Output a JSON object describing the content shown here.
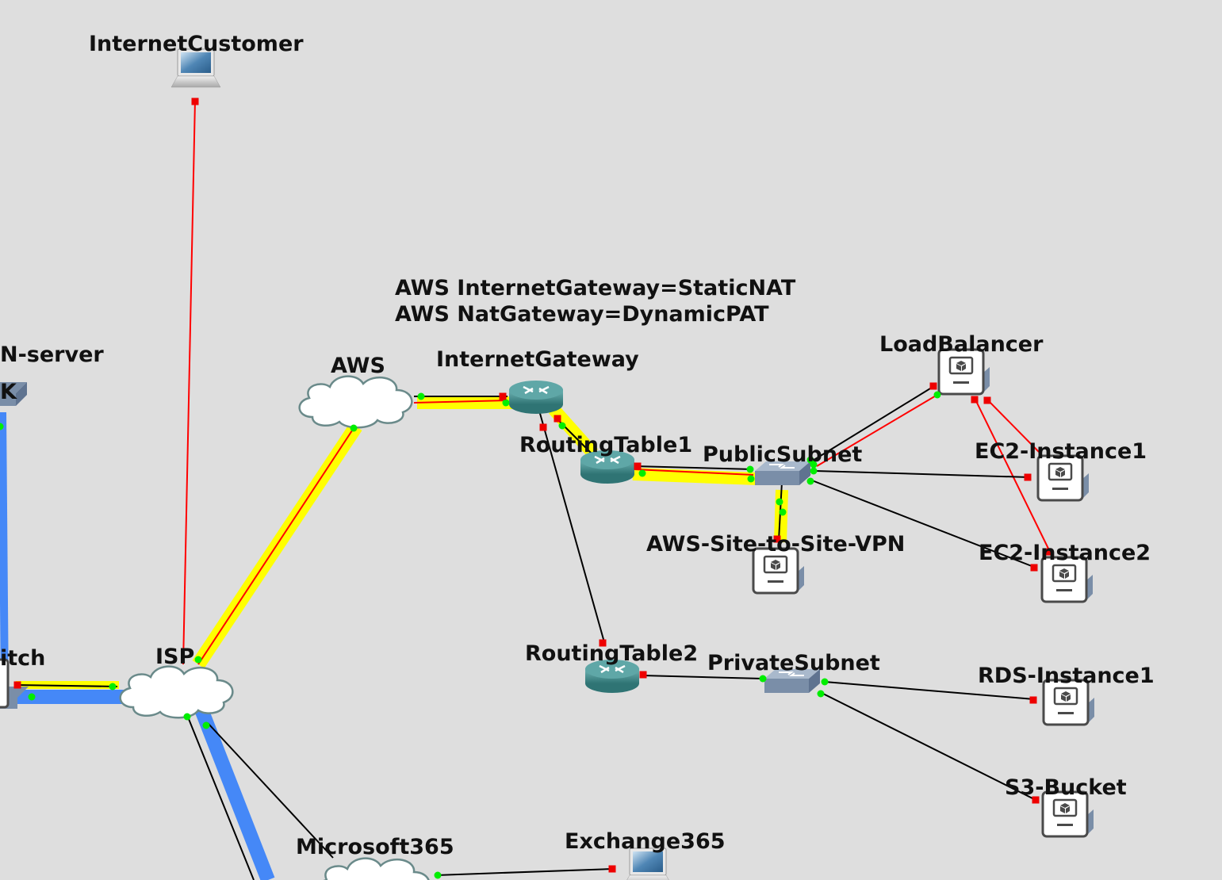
{
  "annotation": {
    "line1": "AWS InternetGateway=StaticNAT",
    "line2": "AWS NatGateway=DynamicPAT"
  },
  "colors": {
    "background": "#dedede",
    "highlight": "#ffff00",
    "trunk": "#4588f7",
    "link_down": "#ff0000",
    "link_normal": "#000000",
    "port_up": "#00ee00",
    "port_down": "#ee0000",
    "router": "#3d8a8a",
    "switch": "#7a8ea8"
  },
  "nodes": [
    {
      "id": "internet-customer",
      "label": "InternetCustomer",
      "icon": "laptop-icon"
    },
    {
      "id": "vpn-server",
      "label": "N-server",
      "icon": "firewall-icon"
    },
    {
      "id": "vpn-server-sub",
      "label": "K",
      "icon": ""
    },
    {
      "id": "switch",
      "label": "itch",
      "icon": "switch-icon"
    },
    {
      "id": "isp",
      "label": "ISP",
      "icon": "cloud-icon"
    },
    {
      "id": "aws",
      "label": "AWS",
      "icon": "cloud-icon"
    },
    {
      "id": "internet-gateway",
      "label": "InternetGateway",
      "icon": "router-icon"
    },
    {
      "id": "routing-table-1",
      "label": "RoutingTable1",
      "icon": "router-icon"
    },
    {
      "id": "public-subnet",
      "label": "PublicSubnet",
      "icon": "switch-icon"
    },
    {
      "id": "load-balancer",
      "label": "LoadBalancer",
      "icon": "vm-icon"
    },
    {
      "id": "ec2-instance-1",
      "label": "EC2-Instance1",
      "icon": "vm-icon"
    },
    {
      "id": "ec2-instance-2",
      "label": "EC2-Instance2",
      "icon": "vm-icon"
    },
    {
      "id": "aws-vpn",
      "label": "AWS-Site-to-Site-VPN",
      "icon": "vm-icon"
    },
    {
      "id": "routing-table-2",
      "label": "RoutingTable2",
      "icon": "router-icon"
    },
    {
      "id": "private-subnet",
      "label": "PrivateSubnet",
      "icon": "switch-icon"
    },
    {
      "id": "rds-instance-1",
      "label": "RDS-Instance1",
      "icon": "vm-icon"
    },
    {
      "id": "s3-bucket",
      "label": "S3-Bucket",
      "icon": "vm-icon"
    },
    {
      "id": "microsoft365",
      "label": "Microsoft365",
      "icon": "cloud-icon"
    },
    {
      "id": "exchange365",
      "label": "Exchange365",
      "icon": "laptop-icon"
    }
  ],
  "links": [
    {
      "from": "internet-customer",
      "to": "isp",
      "status": "down",
      "highlight": false
    },
    {
      "from": "isp",
      "to": "aws",
      "status": "down",
      "highlight": true
    },
    {
      "from": "aws",
      "to": "internet-gateway",
      "status": "up",
      "highlight": true
    },
    {
      "from": "internet-gateway",
      "to": "routing-table-1",
      "status": "up",
      "highlight": true
    },
    {
      "from": "routing-table-1",
      "to": "public-subnet",
      "status": "up",
      "highlight": true
    },
    {
      "from": "public-subnet",
      "to": "aws-vpn",
      "status": "up",
      "highlight": true
    },
    {
      "from": "public-subnet",
      "to": "load-balancer",
      "status": "up",
      "highlight": false
    },
    {
      "from": "public-subnet",
      "to": "ec2-instance-1",
      "status": "up",
      "highlight": false
    },
    {
      "from": "public-subnet",
      "to": "ec2-instance-2",
      "status": "up",
      "highlight": false
    },
    {
      "from": "load-balancer",
      "to": "ec2-instance-1",
      "status": "down",
      "highlight": false
    },
    {
      "from": "load-balancer",
      "to": "ec2-instance-2",
      "status": "down",
      "highlight": false
    },
    {
      "from": "internet-gateway",
      "to": "routing-table-2",
      "status": "up",
      "highlight": false
    },
    {
      "from": "routing-table-2",
      "to": "private-subnet",
      "status": "up",
      "highlight": false
    },
    {
      "from": "private-subnet",
      "to": "rds-instance-1",
      "status": "up",
      "highlight": false
    },
    {
      "from": "private-subnet",
      "to": "s3-bucket",
      "status": "up",
      "highlight": false
    },
    {
      "from": "isp",
      "to": "microsoft365",
      "status": "up",
      "highlight": false
    },
    {
      "from": "microsoft365",
      "to": "exchange365",
      "status": "up",
      "highlight": false
    },
    {
      "from": "switch",
      "to": "isp",
      "status": "up",
      "highlight": true
    },
    {
      "from": "switch",
      "to": "isp",
      "status": "up",
      "highlight": false,
      "trunk": true
    },
    {
      "from": "vpn-server",
      "to": "switch",
      "status": "up",
      "highlight": false,
      "trunk": true
    }
  ]
}
